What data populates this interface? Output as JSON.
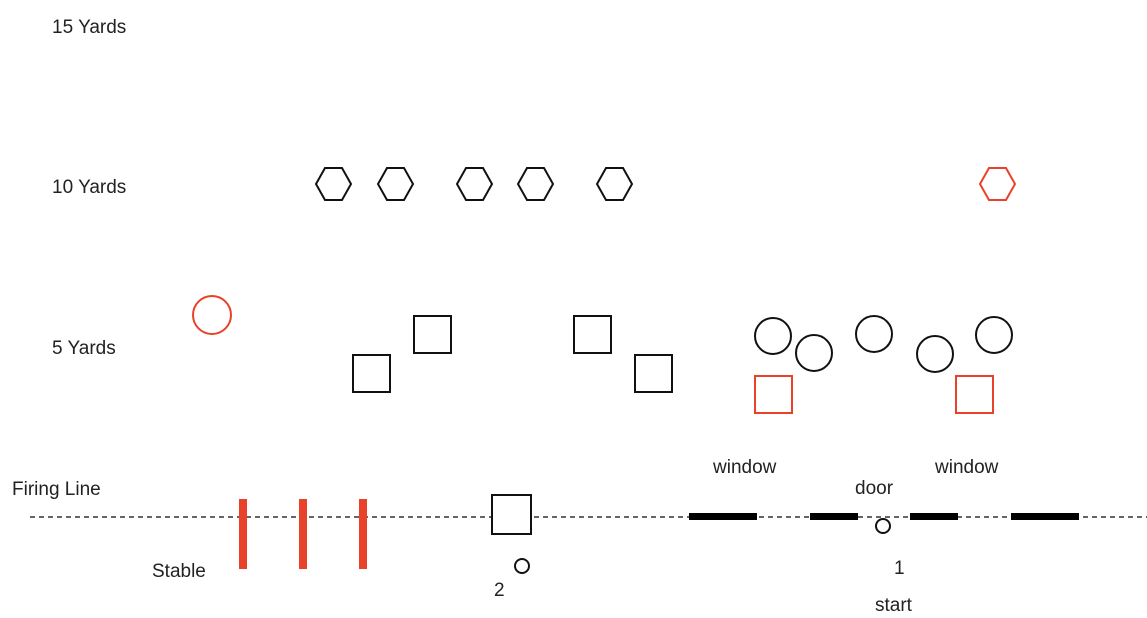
{
  "labels": {
    "yards_15": "15 Yards",
    "yards_10": "10 Yards",
    "yards_5": "5 Yards",
    "firing_line": "Firing Line",
    "stable": "Stable",
    "window_left": "window",
    "window_right": "window",
    "door": "door",
    "position_1": "1",
    "position_2": "2",
    "start": "start"
  },
  "colors": {
    "target_black": "#111111",
    "target_red": "#e8432a",
    "firing_line": "#333333"
  }
}
